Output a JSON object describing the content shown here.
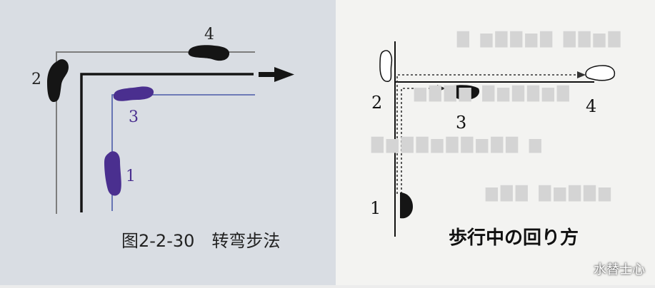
{
  "left_figure": {
    "labels": [
      "1",
      "2",
      "3",
      "4"
    ],
    "caption": "图2-2-30　转弯步法"
  },
  "right_figure": {
    "labels": [
      "1",
      "2",
      "3",
      "4"
    ],
    "caption": "歩行中の回り方"
  },
  "watermark": {
    "text": "水替士心"
  },
  "colors": {
    "left_background": "#d9dde3",
    "right_background": "#f3f3f1",
    "ink_black": "#111111",
    "ink_purple": "#4a2f8f",
    "guide_blue": "#4a5aa8"
  }
}
